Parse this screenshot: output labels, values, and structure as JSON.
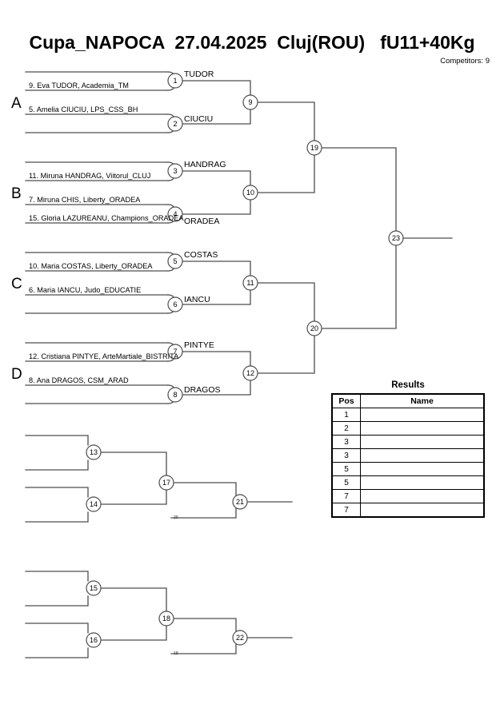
{
  "header": {
    "title": "Cupa_NAPOCA  27.04.2025  Cluj(ROU)   fU11+40Kg",
    "competitors_label": "Competitors: 9"
  },
  "groups": [
    {
      "letter": "A"
    },
    {
      "letter": "B"
    },
    {
      "letter": "C"
    },
    {
      "letter": "D"
    }
  ],
  "entries": {
    "a_top": "",
    "a_second": "9. Eva TUDOR, Academia_TM",
    "a_third": "5. Amelia CIUCIU, LPS_CSS_BH",
    "a_bottom": "",
    "b_top": "",
    "b_second": "11. Miruna HANDRAG, Viitorul_CLUJ",
    "b_third": "7. Miruna CHIS, Liberty_ORADEA",
    "b_bottom": "15. Gloria LAZUREANU, Champions_ORADEA",
    "c_top": "",
    "c_second": "10. Maria COSTAS, Liberty_ORADEA",
    "c_third": "6. Maria IANCU, Judo_EDUCATIE",
    "c_bottom": "",
    "d_top": "",
    "d_second": "12. Cristiana PINTYE, ArteMartiale_BISTRITA",
    "d_third": "8. Ana DRAGOS, CSM_ARAD",
    "d_bottom": ""
  },
  "winners": {
    "m1": "TUDOR",
    "m2": "CIUCIU",
    "m3": "HANDRAG",
    "m4": "ORADEA",
    "m5": "COSTAS",
    "m6": "IANCU",
    "m7": "PINTYE",
    "m8": "DRAGOS"
  },
  "match_numbers": {
    "m1": "1",
    "m2": "2",
    "m3": "3",
    "m4": "4",
    "m5": "5",
    "m6": "6",
    "m7": "7",
    "m8": "8",
    "m9": "9",
    "m10": "10",
    "m11": "11",
    "m12": "12",
    "m13": "13",
    "m14": "14",
    "m15": "15",
    "m16": "16",
    "m17": "17",
    "m18": "18",
    "m19": "19",
    "m20": "20",
    "m21": "21",
    "m22": "22",
    "m23": "23"
  },
  "repechage_tiny_labels": {
    "upper": "20",
    "lower": "19"
  },
  "results": {
    "title": "Results",
    "columns": [
      "Pos",
      "Name"
    ],
    "rows": [
      {
        "pos": "1",
        "name": ""
      },
      {
        "pos": "2",
        "name": ""
      },
      {
        "pos": "3",
        "name": ""
      },
      {
        "pos": "3",
        "name": ""
      },
      {
        "pos": "5",
        "name": ""
      },
      {
        "pos": "5",
        "name": ""
      },
      {
        "pos": "7",
        "name": ""
      },
      {
        "pos": "7",
        "name": ""
      }
    ]
  },
  "colors": {
    "line": "#4d4d4d",
    "text": "#000000",
    "background": "#ffffff",
    "table_border": "#000000"
  }
}
